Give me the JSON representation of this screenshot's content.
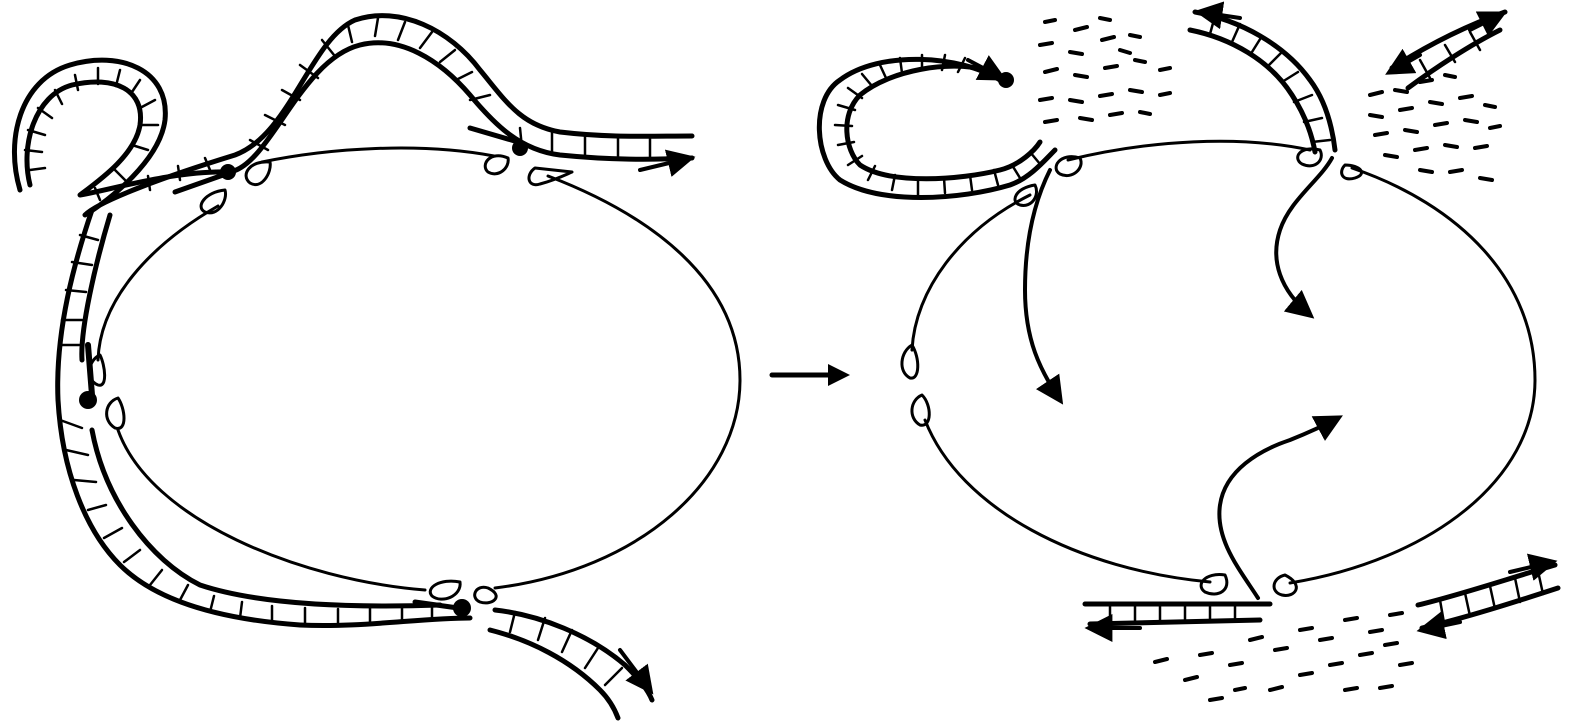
{
  "figure": {
    "background": "#ffffff",
    "ink": "#000000",
    "panels": [
      {
        "id": "before",
        "shows": [
          "cell-outline",
          "striated-strands",
          "terminal-knobs",
          "droplet-loops",
          "direction-arrows"
        ]
      },
      {
        "id": "after",
        "shows": [
          "cell-outline",
          "striated-strands",
          "retracted-strands",
          "dashed-fragments",
          "droplet-loops",
          "direction-arrows"
        ]
      }
    ],
    "transition": {
      "icon": "right-arrow-icon"
    }
  }
}
